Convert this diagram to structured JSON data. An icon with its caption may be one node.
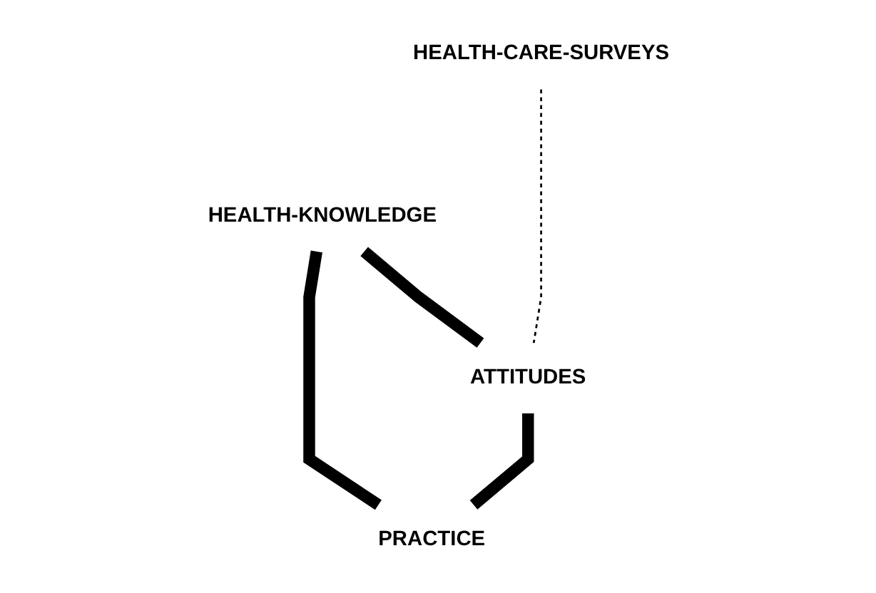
{
  "diagram": {
    "nodes": [
      {
        "text": [
          "HEALTH-CARE-SURVEYS"
        ]
      },
      {
        "text": [
          "HEALTH-KNOWLEDGE"
        ]
      },
      {
        "text": [
          "ATTITUDES"
        ]
      },
      {
        "text": [
          "PRACTICE"
        ]
      }
    ],
    "edges": [
      {
        "from": 1,
        "to": 2,
        "arrow": "none"
      },
      {
        "from": 0,
        "to": 2,
        "arrow": "none",
        "style": "dashed"
      },
      {
        "from": 1,
        "to": 3,
        "arrow": "none"
      },
      {
        "from": 2,
        "to": 3,
        "arrow": "none"
      }
    ]
  }
}
